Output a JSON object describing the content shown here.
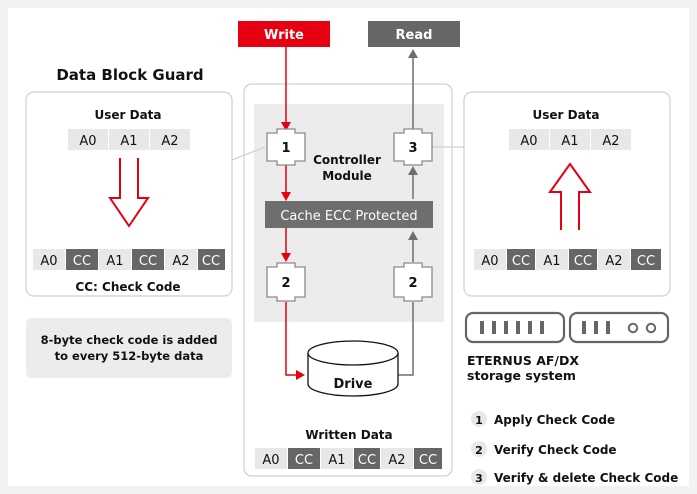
{
  "title": "Data Block Guard",
  "write_label": "Write",
  "read_label": "Read",
  "left_panel": {
    "heading": "User Data",
    "blocks": [
      "A0",
      "A1",
      "A2"
    ],
    "guarded": [
      "A0",
      "CC",
      "A1",
      "CC",
      "A2",
      "CC"
    ],
    "caption": "CC: Check Code"
  },
  "right_panel": {
    "heading": "User Data",
    "blocks": [
      "A0",
      "A1",
      "A2"
    ],
    "guarded": [
      "A0",
      "CC",
      "A1",
      "CC",
      "A2",
      "CC"
    ]
  },
  "note": {
    "line1": "8-byte check code is added",
    "line2": "to every 512-byte data"
  },
  "controller": {
    "line1": "Controller",
    "line2": "Module"
  },
  "cache_label": "Cache ECC Protected",
  "drive_label": "Drive",
  "written": {
    "heading": "Written Data",
    "blocks": [
      "A0",
      "CC",
      "A1",
      "CC",
      "A2",
      "CC"
    ]
  },
  "nodes": {
    "n1": "1",
    "n2": "2",
    "n3": "3"
  },
  "system": {
    "line1": "ETERNUS AF/DX",
    "line2": "storage system"
  },
  "legend": [
    {
      "num": "1",
      "label": "Apply Check Code"
    },
    {
      "num": "2",
      "label": "Verify Check Code"
    },
    {
      "num": "3",
      "label": "Verify & delete Check Code"
    }
  ],
  "colors": {
    "red": "#e60012",
    "cc_gray": "#666666",
    "block_gray": "#e8e8e8",
    "panel_bg": "#f2f2f2"
  }
}
